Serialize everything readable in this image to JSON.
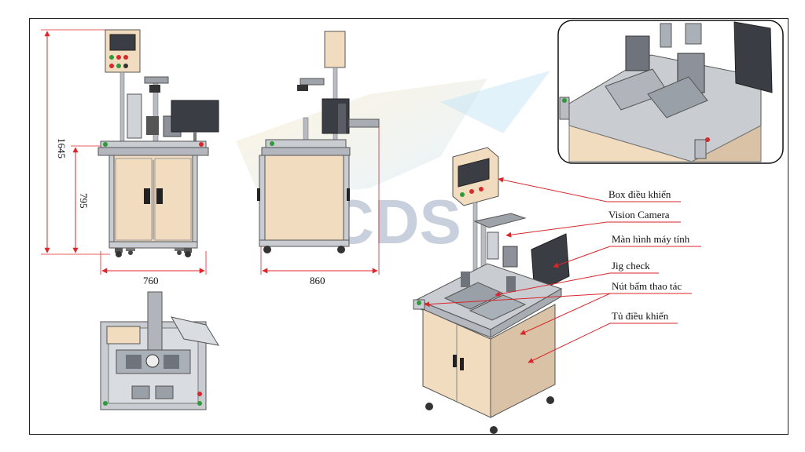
{
  "watermark": {
    "text": "CDS"
  },
  "dimensions": {
    "height_total": "1645",
    "height_cabinet": "795",
    "width_front": "760",
    "width_side": "860"
  },
  "callouts": [
    {
      "label": "Box điều khiển"
    },
    {
      "label": "Vision Camera"
    },
    {
      "label": "Màn hình máy tính"
    },
    {
      "label": "Jig check"
    },
    {
      "label": "Nút bấm thao tác"
    },
    {
      "label": "Tủ điều khiển"
    }
  ],
  "colors": {
    "cabinet": "#f1dcbf",
    "frame_metal": "#c9ccd1",
    "dimension_line": "#e0262b",
    "callout_line": "#d8262b",
    "screen": "#3b3d44",
    "button_red": "#d52a2a",
    "button_green": "#2e9a3a"
  }
}
